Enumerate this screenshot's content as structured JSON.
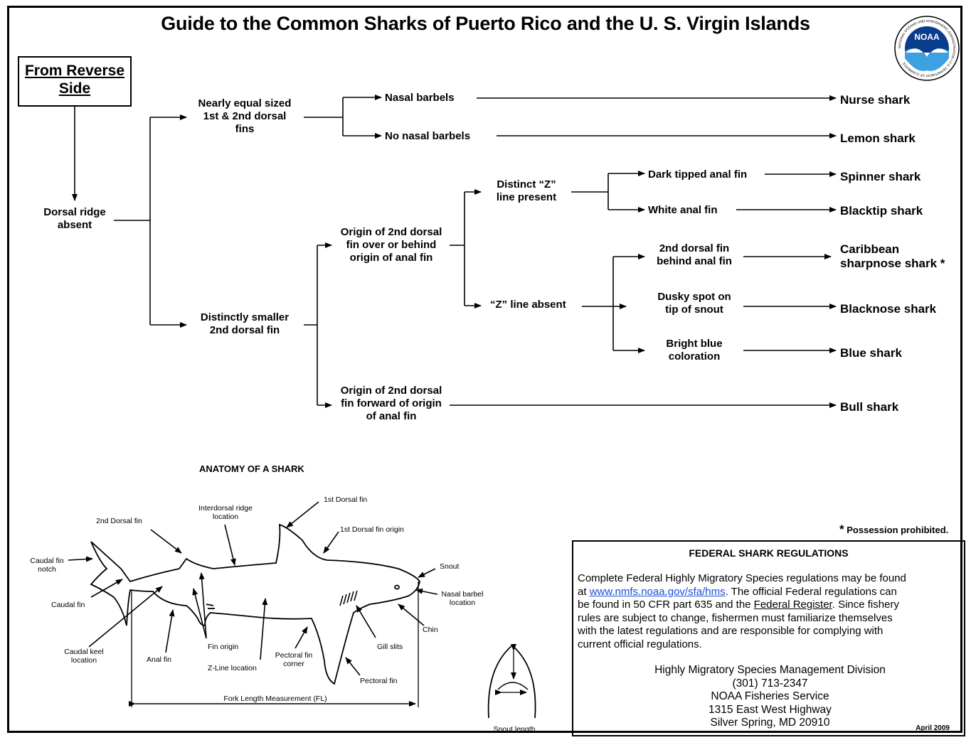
{
  "title": "Guide to the Common Sharks of Puerto Rico and the U. S. Virgin Islands",
  "reverse_box": {
    "line1": "From Reverse",
    "line2": "Side"
  },
  "nodes": {
    "root": {
      "l1": "Dorsal ridge",
      "l2": "absent"
    },
    "equal_fins": {
      "l1": "Nearly equal sized",
      "l2": "1st & 2nd dorsal",
      "l3": "fins"
    },
    "smaller_fin": {
      "l1": "Distinctly smaller",
      "l2": "2nd dorsal fin"
    },
    "nasal": "Nasal barbels",
    "no_nasal": "No nasal barbels",
    "origin_over": {
      "l1": "Origin of 2nd dorsal",
      "l2": "fin over or behind",
      "l3": "origin of anal fin"
    },
    "origin_forward": {
      "l1": "Origin of 2nd dorsal",
      "l2": "fin forward of origin",
      "l3": "of anal fin"
    },
    "z_present": {
      "l1": "Distinct “Z”",
      "l2": "line present"
    },
    "z_absent": "“Z” line absent",
    "dark_tipped": "Dark tipped anal fin",
    "white_anal": "White anal fin",
    "dorsal_behind": {
      "l1": "2nd dorsal fin",
      "l2": "behind anal fin"
    },
    "dusky": {
      "l1": "Dusky spot on",
      "l2": "tip of snout"
    },
    "blue_color": {
      "l1": "Bright blue",
      "l2": "coloration"
    }
  },
  "species": {
    "nurse": "Nurse shark",
    "lemon": "Lemon shark",
    "spinner": "Spinner shark",
    "blacktip": "Blacktip shark",
    "caribbean_l1": "Caribbean",
    "caribbean_l2": "sharpnose shark *",
    "blacknose": "Blacknose shark",
    "blue": "Blue shark",
    "bull": "Bull shark"
  },
  "anatomy": {
    "heading": "ANATOMY OF A SHARK",
    "labels": {
      "interdorsal": {
        "l1": "Interdorsal ridge",
        "l2": "location"
      },
      "first_dorsal": "1st Dorsal fin",
      "second_dorsal": "2nd Dorsal fin",
      "first_dorsal_origin": "1st Dorsal fin origin",
      "caudal_notch": {
        "l1": "Caudal fin",
        "l2": "notch"
      },
      "caudal_fin": "Caudal fin",
      "caudal_keel": {
        "l1": "Caudal keel",
        "l2": "location"
      },
      "anal_fin": "Anal fin",
      "fin_origin": "Fin origin",
      "z_line": "Z-Line location",
      "pectoral_corner": {
        "l1": "Pectoral fin",
        "l2": "corner"
      },
      "gill_slits": "Gill slits",
      "pectoral_fin": "Pectoral fin",
      "snout": "Snout",
      "nasal_barbel": {
        "l1": "Nasal barbel",
        "l2": "location"
      },
      "chin": "Chin",
      "fork_length": "Fork Length Measurement (FL)",
      "snout_length": "Snout length"
    }
  },
  "possession_note": "Possession prohibited.",
  "regulations": {
    "heading": "FEDERAL SHARK REGULATIONS",
    "p1": "Complete Federal Highly Migratory Species regulations may be found",
    "p2_pre": "at ",
    "p2_link": "www.nmfs.noaa.gov/sfa/hms",
    "p2_post": ".  The official Federal regulations can",
    "p3_pre": "be found in 50 CFR part 635 and the ",
    "p3_ul": "Federal Register",
    "p3_post": ".  Since fishery",
    "p4": "rules are subject to change, fishermen must familiarize themselves",
    "p5": "with the latest regulations and are responsible for complying with",
    "p6": "current official regulations.",
    "c1": "Highly Migratory Species Management Division",
    "c2": "(301) 713-2347",
    "c3": "NOAA Fisheries Service",
    "c4": "1315 East West Highway",
    "c5": "Silver Spring, MD 20910",
    "date": "April 2009"
  },
  "logo": {
    "text": "NOAA",
    "ring_text": "NATIONAL OCEANIC AND ATMOSPHERIC ADMINISTRATION • U.S. DEPARTMENT OF COMMERCE",
    "colors": {
      "dark": "#0a3c8c",
      "light": "#3da0e0"
    }
  }
}
